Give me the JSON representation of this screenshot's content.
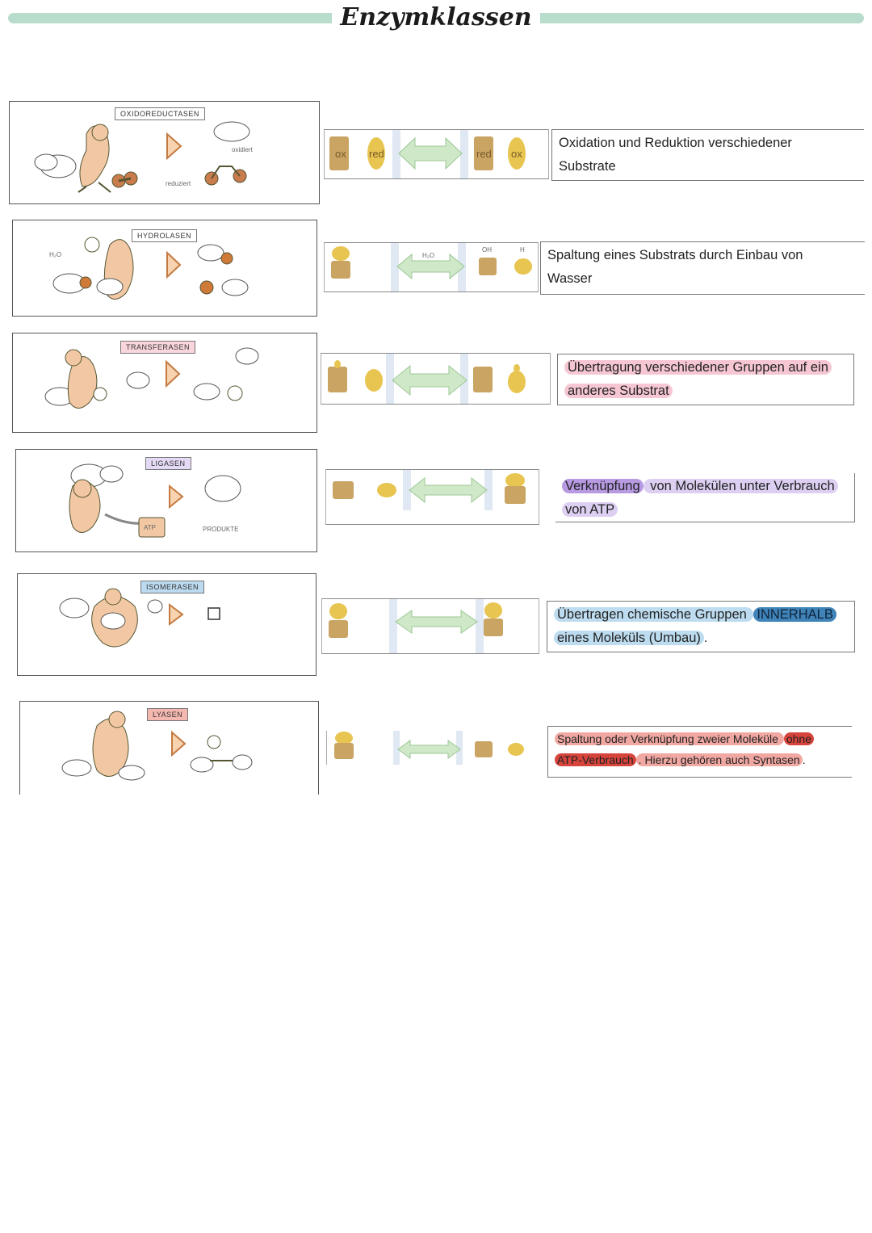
{
  "page": {
    "title": "Enzymklassen"
  },
  "colors": {
    "title_bar": "#b9ddcc",
    "substrate": "#d8a640",
    "product_dark": "#c2974a",
    "arrow": "#cfe8c8",
    "stripe": "#dfe8f3"
  },
  "rows": [
    {
      "label": "OXIDOREDUCTASEN",
      "cartoon_labels": {
        "a": "oxidiert",
        "b": "reduziert"
      },
      "schema": {
        "left_a": "ox",
        "left_b": "red",
        "right_a": "red",
        "right_b": "ox"
      },
      "description": {
        "line1": "Oxidation und Reduktion verschiedener",
        "line2": "Substrate"
      }
    },
    {
      "label": "HYDROLASEN",
      "cartoon_labels": {
        "a": "H₂O"
      },
      "schema": {
        "arrow_label": "H₂O",
        "oh": "OH",
        "h": "H"
      },
      "description": {
        "line1": "Spaltung eines Substrats durch Einbau von",
        "line2": "Wasser"
      }
    },
    {
      "label": "TRANSFERASEN",
      "description": {
        "line1": "Übertragung verschiedener Gruppen auf ein",
        "line2": "anderes Substrat"
      }
    },
    {
      "label": "LIGASEN",
      "cartoon_labels": {
        "a": "ATP",
        "b": "PRODUKTE"
      },
      "description": {
        "part1": "Verknüpfung",
        "part2": " von Molekülen unter Verbrauch",
        "line2": "von ATP"
      }
    },
    {
      "label": "ISOMERASEN",
      "description": {
        "part1": "Übertragen chemische Gruppen ",
        "part2": "INNERHALB",
        "line2": "eines Moleküls (Umbau)",
        "line2_end": "."
      }
    },
    {
      "label": "LYASEN",
      "description": {
        "part1": "Spaltung oder Verknüpfung zweier Moleküle ",
        "part2": "ohne",
        "line2a": "ATP-Verbrauch",
        "line2b": ". Hierzu gehören auch Syntasen",
        "line2_end": "."
      }
    }
  ]
}
